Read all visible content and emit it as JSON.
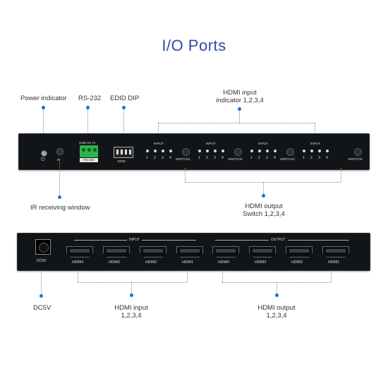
{
  "title": "I/O Ports",
  "callouts": {
    "power_indicator": "Power indicator",
    "rs232": "RS-232",
    "edid_dip": "EDID DIP",
    "hdmi_input_indicator_line1": "HDMI input",
    "hdmi_input_indicator_line2": "indicator 1,2,3,4",
    "ir_window": "IR receiving window",
    "hdmi_output_switch_line1": "HDMI output",
    "hdmi_output_switch_line2": "Switch 1,2,3,4",
    "dc5v": "DC5V",
    "hdmi_input_line1": "HDMI input",
    "hdmi_input_line2": "1,2,3,4",
    "hdmi_output_line1": "HDMI output",
    "hdmi_output_line2": "1,2,3,4"
  },
  "front_panel": {
    "ir_label": "IR",
    "rs232_pins": "GND  Rx  Tx",
    "rs232_tag": "RS-232",
    "edid_label": "EDID",
    "groups": [
      {
        "label": "INPUT",
        "nums": [
          "1",
          "2",
          "3",
          "4"
        ],
        "switch": "SWITCH1"
      },
      {
        "label": "INPUT",
        "nums": [
          "1",
          "2",
          "3",
          "4"
        ],
        "switch": "SWITCH2"
      },
      {
        "label": "INPUT",
        "nums": [
          "1",
          "2",
          "3",
          "4"
        ],
        "switch": "SWITCH3"
      },
      {
        "label": "INPUT",
        "nums": [
          "1",
          "2",
          "3",
          "4"
        ],
        "switch": "SWITCH4"
      }
    ]
  },
  "rear_panel": {
    "dc_label": "DC5V",
    "input_label": "INPUT",
    "output_label": "OUTPUT",
    "inputs": [
      "HDMI4",
      "HDMI3",
      "HDMI2",
      "HDMI1"
    ],
    "outputs": [
      "HDMI4",
      "HDMI3",
      "HDMI2",
      "HDMI1"
    ]
  },
  "colors": {
    "title": "#2e4aa6",
    "callout_dot": "#1f6fd6",
    "panel": "#121518",
    "terminal": "#2db34a"
  }
}
